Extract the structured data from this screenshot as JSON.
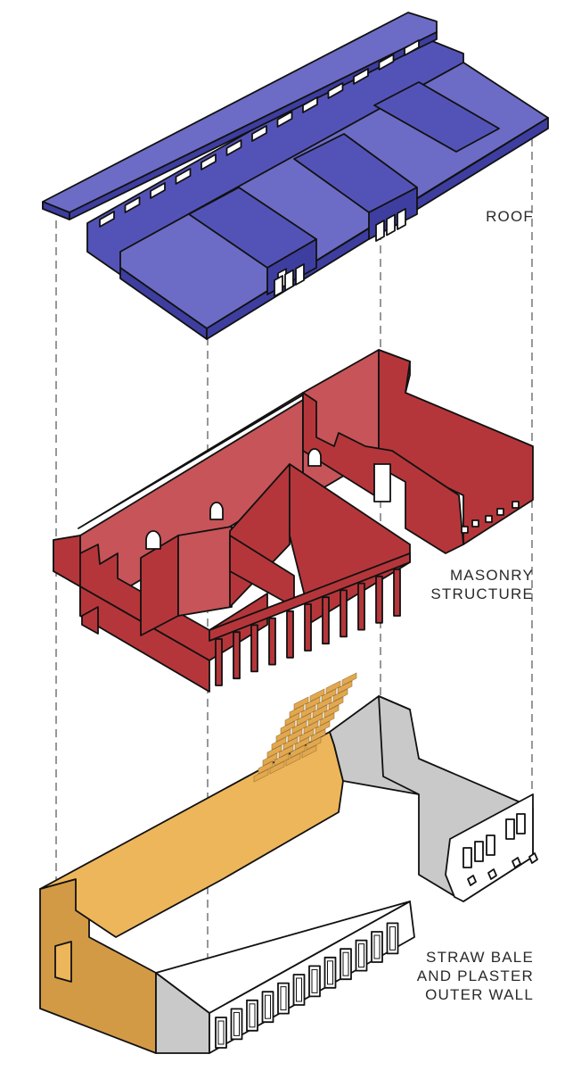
{
  "layers": {
    "roof": {
      "label": "ROOF",
      "color": "#5353b7",
      "color_light": "#6c6cc6",
      "color_dark": "#3e3ea0"
    },
    "masonry": {
      "label_lines": [
        "MASONRY",
        "STRUCTURE"
      ],
      "color": "#b5363a",
      "color_light": "#c65458"
    },
    "outer_wall": {
      "label_lines": [
        "STRAW BALE",
        "AND PLASTER",
        "OUTER WALL"
      ],
      "color_plaster": "#edb65a",
      "color_plaster_dark": "#d39a45",
      "color_straw": "#c9c9c9"
    }
  }
}
